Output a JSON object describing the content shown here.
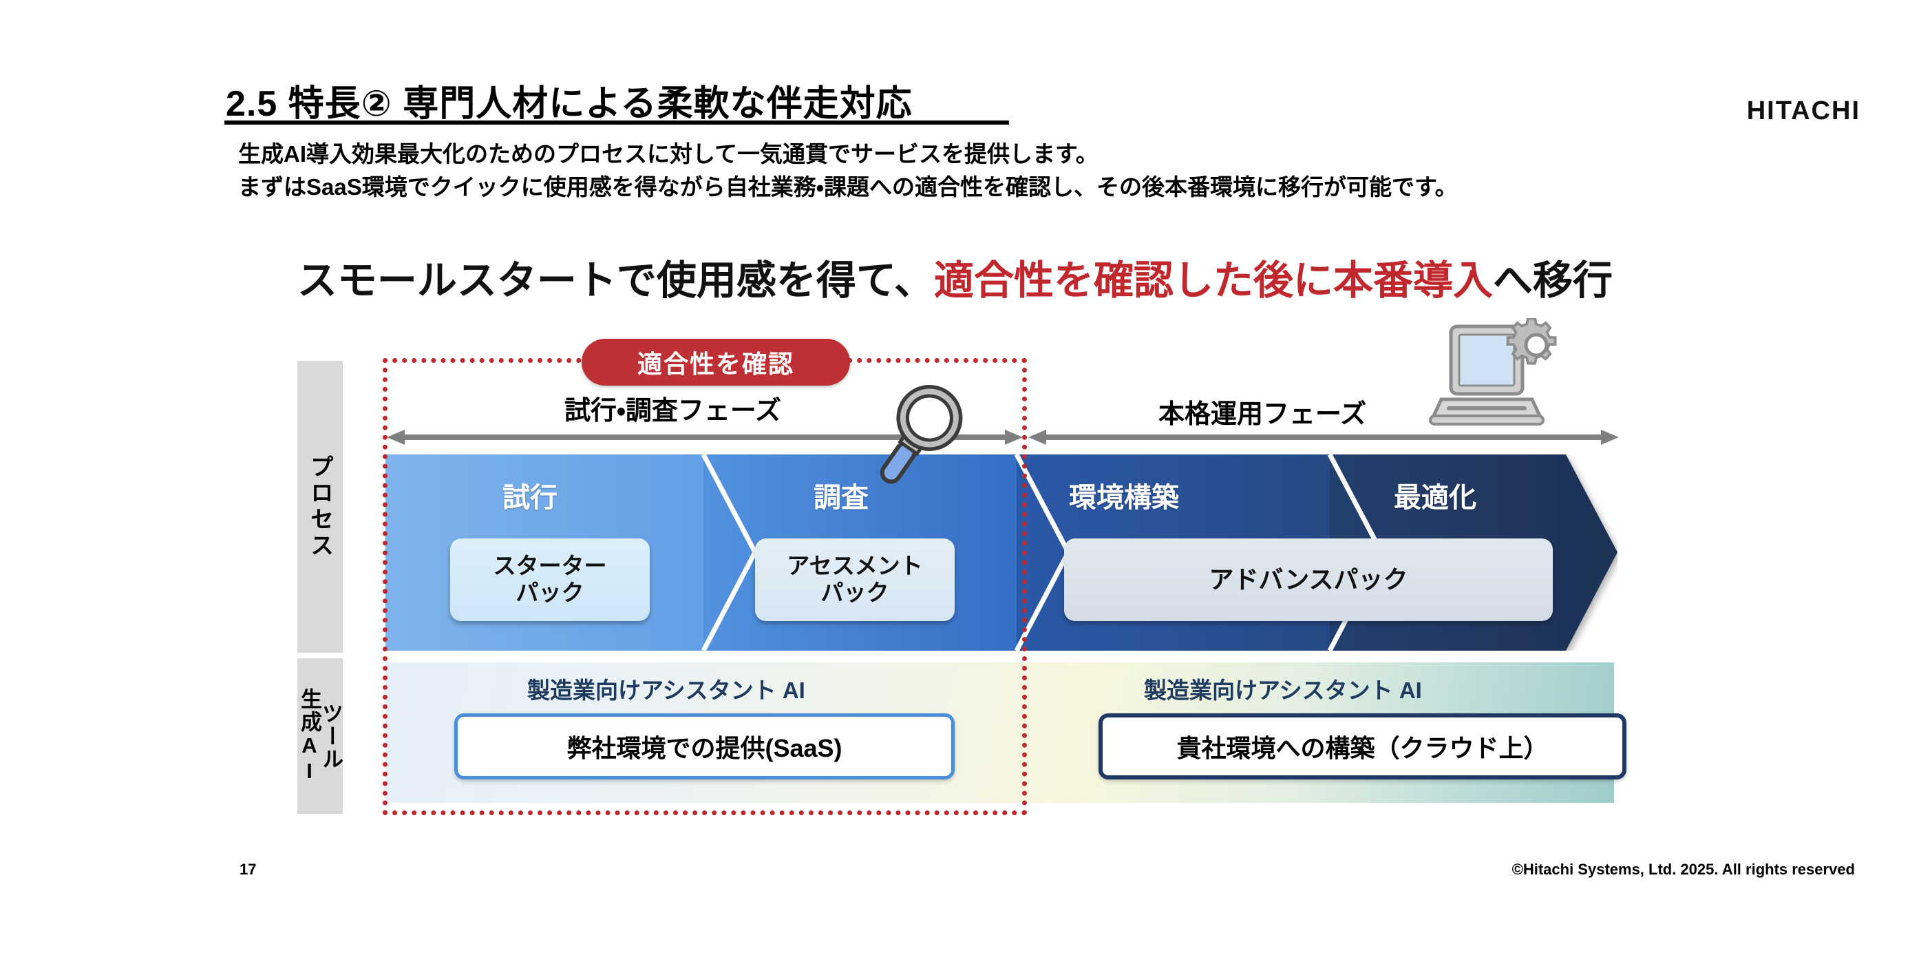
{
  "header": {
    "title": "2.5  特長②  専門人材による柔軟な伴走対応",
    "logo": "HITACHI"
  },
  "lead": {
    "line1": "生成AI導入効果最大化のためのプロセスに対して一気通貫でサービスを提供します。",
    "line2": "まずはSaaS環境でクイックに使用感を得ながら自社業務・課題への適合性を確認し、その後本番環境に移行が可能です。"
  },
  "headline": {
    "part1": "スモールスタートで使用感を得て、",
    "part2_red": "適合性を確認した後に本番導入",
    "part3": "へ移行"
  },
  "diagram": {
    "row_labels": {
      "process": "プロセス",
      "tool_line1": "生成AI",
      "tool_line2": "ツール"
    },
    "badge": "適合性を確認",
    "phases": [
      {
        "caption": "試行・調査フェーズ"
      },
      {
        "caption": "本格運用フェーズ"
      }
    ],
    "process_steps": [
      {
        "label": "試行"
      },
      {
        "label": "調査"
      },
      {
        "label": "環境構築"
      },
      {
        "label": "最適化"
      }
    ],
    "packs": [
      {
        "line1": "スターター",
        "line2": "パック"
      },
      {
        "line1": "アセスメント",
        "line2": "パック"
      },
      {
        "line1": "アドバンスパック",
        "line2": ""
      }
    ],
    "tool_sections": [
      {
        "heading": "製造業向けアシスタント AI",
        "box": "弊社環境での提供(SaaS)"
      },
      {
        "heading": "製造業向けアシスタント AI",
        "box": "貴社環境への構築（クラウド上）"
      }
    ],
    "icons": {
      "magnifier": "magnifier-icon",
      "laptop": "laptop-gear-icon"
    },
    "colors": {
      "accent_red": "#C0282D",
      "badge_red": "#BE3034",
      "chevron_light": "#6FA8E8",
      "chevron_mid": "#3C72C4",
      "chevron_dark": "#22365F",
      "arrow_gray": "#7F7F7F",
      "row_label_gray": "#D9D9D9"
    }
  },
  "footer": {
    "page_number": "17",
    "copyright": "©Hitachi Systems, Ltd. 2025. All rights reserved"
  }
}
